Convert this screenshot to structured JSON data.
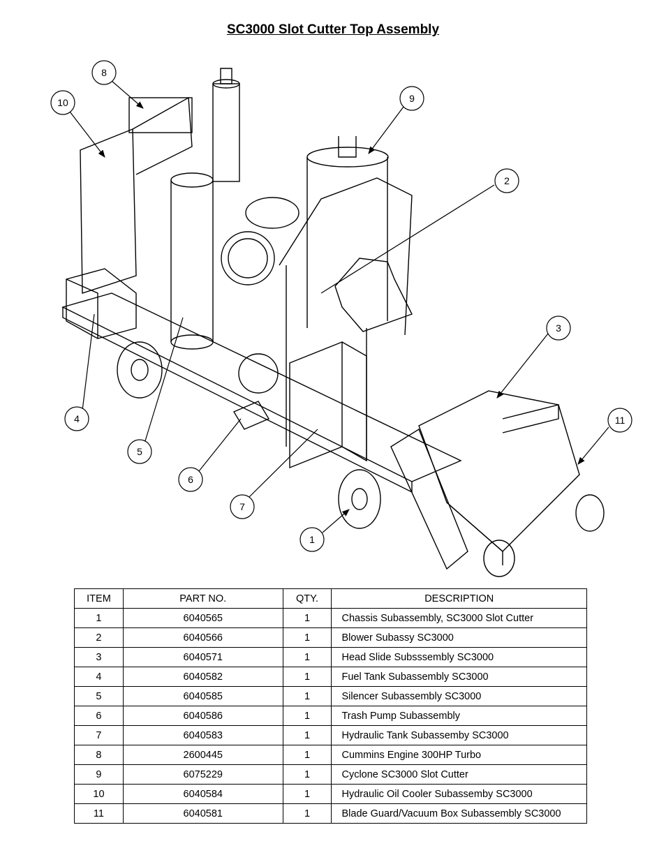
{
  "page": {
    "title": "SC3000 Slot Cutter Top Assembly"
  },
  "callouts": [
    "1",
    "2",
    "3",
    "4",
    "5",
    "6",
    "7",
    "8",
    "9",
    "10",
    "11"
  ],
  "parts_table": {
    "headers": [
      "ITEM",
      "PART NO.",
      "QTY.",
      "DESCRIPTION"
    ],
    "rows": [
      {
        "item": "1",
        "part_no": "6040565",
        "qty": "1",
        "description": "Chassis Subassembly, SC3000 Slot Cutter"
      },
      {
        "item": "2",
        "part_no": "6040566",
        "qty": "1",
        "description": "Blower Subassy SC3000"
      },
      {
        "item": "3",
        "part_no": "6040571",
        "qty": "1",
        "description": "Head Slide Subsssembly SC3000"
      },
      {
        "item": "4",
        "part_no": "6040582",
        "qty": "1",
        "description": "Fuel Tank Subassembly SC3000"
      },
      {
        "item": "5",
        "part_no": "6040585",
        "qty": "1",
        "description": "Silencer Subassembly SC3000"
      },
      {
        "item": "6",
        "part_no": "6040586",
        "qty": "1",
        "description": "Trash Pump Subassembly"
      },
      {
        "item": "7",
        "part_no": "6040583",
        "qty": "1",
        "description": "Hydraulic Tank Subassemby SC3000"
      },
      {
        "item": "8",
        "part_no": "2600445",
        "qty": "1",
        "description": "Cummins Engine 300HP Turbo"
      },
      {
        "item": "9",
        "part_no": "6075229",
        "qty": "1",
        "description": "Cyclone SC3000 Slot Cutter"
      },
      {
        "item": "10",
        "part_no": "6040584",
        "qty": "1",
        "description": "Hydraulic Oil Cooler Subassemby SC3000"
      },
      {
        "item": "11",
        "part_no": "6040581",
        "qty": "1",
        "description": "Blade Guard/Vacuum Box Subassembly SC3000"
      }
    ]
  }
}
